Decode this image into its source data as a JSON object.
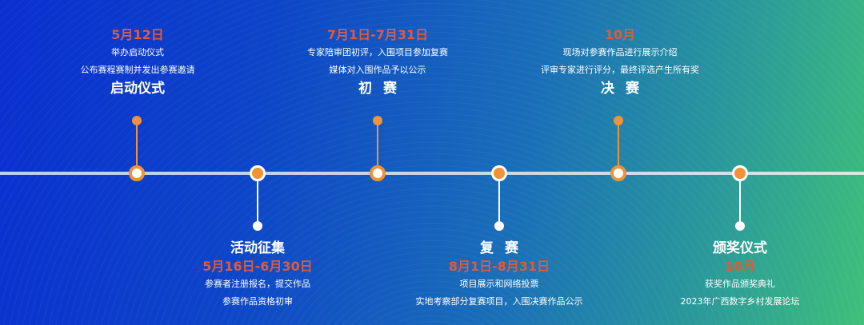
{
  "top": [
    {
      "date": "5月12日",
      "lines": [
        "举办启动仪式",
        "公布赛程赛制并发出参赛邀请"
      ],
      "title": "启动仪式"
    },
    {
      "date": "7月1日-7月31日",
      "lines": [
        "专家陪审团初评，入围项目参加复赛",
        "媒体对入围作品予以公示"
      ],
      "title": "初赛"
    },
    {
      "date": "10月",
      "lines": [
        "现场对参赛作品进行展示介绍",
        "评审专家进行评分，最终评选产生所有奖"
      ],
      "title": "决赛"
    }
  ],
  "bottom": [
    {
      "title": "活动征集",
      "date": "5月16日-6月30日",
      "lines": [
        "参赛者注册报名，提交作品",
        "参赛作品资格初审"
      ]
    },
    {
      "title": "复赛",
      "date": "8月1日-8月31日",
      "lines": [
        "项目展示和网络投票",
        "实地考察部分复赛项目，入围决赛作品公示"
      ]
    },
    {
      "title": "颁奖仪式",
      "date": "10月",
      "lines": [
        "获奖作品颁奖典礼",
        "2023年广西数字乡村发展论坛"
      ]
    }
  ]
}
